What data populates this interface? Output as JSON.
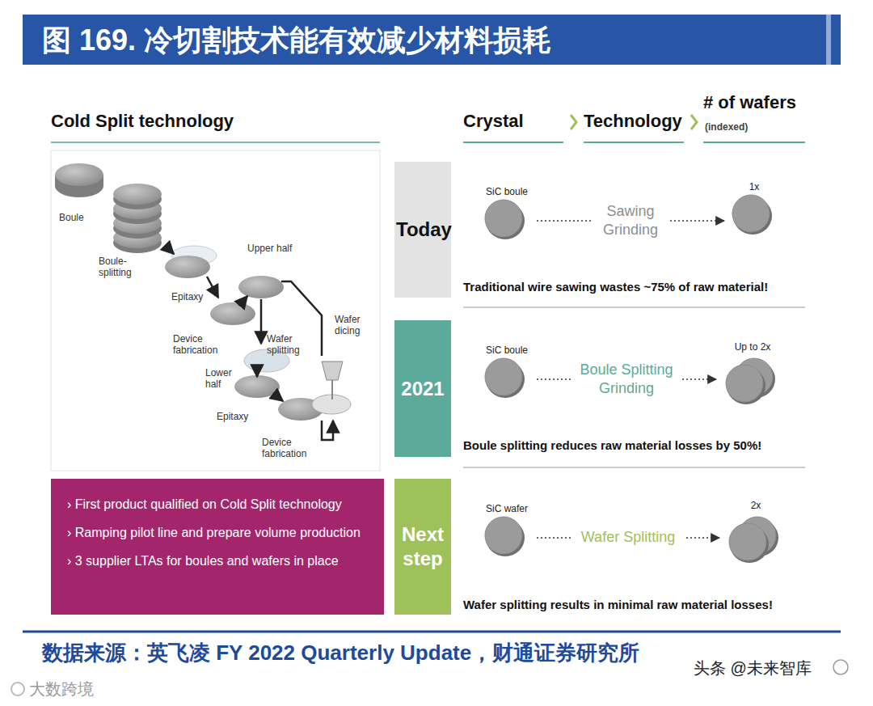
{
  "diagram": {
    "title": "图 169. 冷切割技术能有效减少材料损耗",
    "caption": "数据来源：英飞凌 FY 2022 Quarterly Update，财通证券研究所",
    "nodes": [
      {
        "text": [
          "› First product qualified on Cold Split technology",
          "› Ramping pilot line and prepare volume production",
          "› 3 supplier LTAs for boules and wafers in place"
        ]
      },
      {
        "text": [
          "Today"
        ]
      },
      {
        "text": [
          "SiC boule"
        ]
      },
      {
        "text": [
          "1x"
        ]
      },
      {
        "text": [
          "2021"
        ]
      },
      {
        "text": [
          "SiC boule"
        ]
      },
      {
        "text": [
          "Up to 2x"
        ]
      },
      {
        "text": [
          "Next step"
        ]
      },
      {
        "text": [
          "SiC wafer"
        ]
      },
      {
        "text": [
          "2x"
        ]
      }
    ],
    "edges": [
      {
        "from": 2,
        "to": 3,
        "label": "Sawing Grinding",
        "arrow": "to"
      },
      {
        "from": 5,
        "to": 6,
        "label": "Boule Splitting Grinding",
        "arrow": "to"
      },
      {
        "from": 8,
        "to": 9,
        "label": "Wafer Splitting",
        "arrow": "to"
      }
    ],
    "labels": [
      "Cold Split technology",
      "Crystal",
      "Technology",
      "# of wafers",
      "(indexed)",
      "Boule",
      "Boule-splitting",
      "Epitaxy",
      "Upper half",
      "Device fabrication",
      "Wafer splitting",
      "Wafer dicing",
      "Lower half",
      "Epitaxy",
      "Device fabrication",
      "Traditional wire sawing wastes ~75% of raw material!",
      "Boule splitting reduces raw material losses by 50%!",
      "Wafer splitting results in minimal raw material losses!",
      "大数跨境",
      "头条 @未来智库"
    ]
  }
}
